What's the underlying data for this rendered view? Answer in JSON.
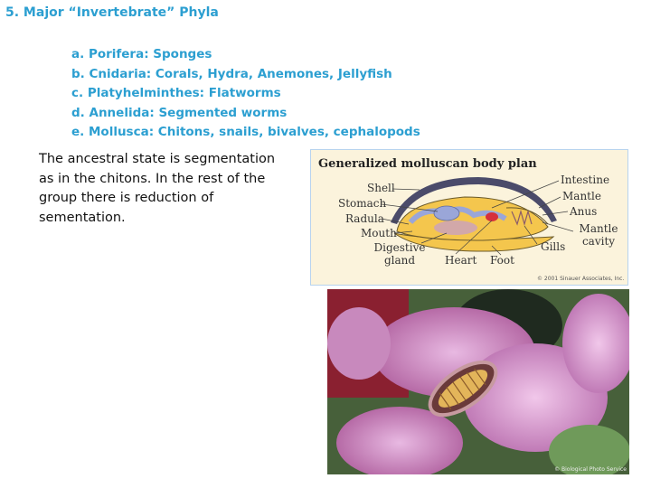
{
  "slide": {
    "title": "5. Major “Invertebrate” Phyla",
    "phyla": [
      "a. Porifera: Sponges",
      "b. Cnidaria: Corals, Hydra, Anemones, Jellyfish",
      "c. Platyhelminthes: Flatworms",
      "d. Annelida: Segmented worms",
      "e. Mollusca: Chitons, snails, bivalves, cephalopods"
    ],
    "paragraph": "The ancestral state is segmentation as in the chitons. In the rest of the group there is reduction of sementation."
  },
  "diagram": {
    "title": "Generalized molluscan body plan",
    "labels": {
      "shell": "Shell",
      "stomach": "Stomach",
      "radula": "Radula",
      "mouth": "Mouth",
      "digestive_gland": "Digestive gland",
      "heart": "Heart",
      "foot": "Foot",
      "intestine": "Intestine",
      "mantle": "Mantle",
      "anus": "Anus",
      "mantle_cavity": "Mantle cavity",
      "gills": "Gills"
    },
    "credit": "© 2001 Sinauer Associates, Inc.",
    "colors": {
      "background": "#fbf3dc",
      "shell": "#4b4b6a",
      "body": "#f4c64d",
      "gut": "#9aa6d8",
      "heart": "#d6303a"
    }
  },
  "photo": {
    "credit": "© Biological Photo Service"
  }
}
